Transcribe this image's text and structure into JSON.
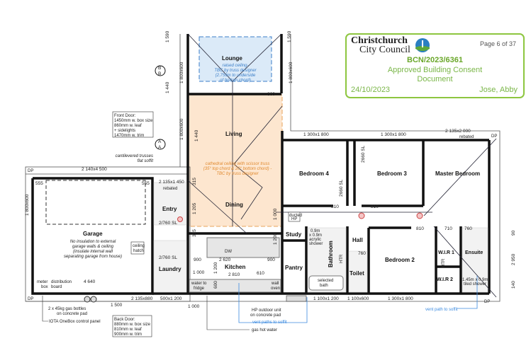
{
  "stamp": {
    "council_line1": "Christchurch",
    "council_line2": "City Council",
    "page": "Page 6 of 37",
    "consent_number": "BCN/2023/6361",
    "status": "Approved Building Consent Document",
    "date": "24/10/2023",
    "signatory": "Jose, Abby",
    "accent": "#8dc63f"
  },
  "rooms": {
    "lounge": "Lounge",
    "living": "Living",
    "dining": "Dining",
    "garage": "Garage",
    "entry": "Entry",
    "laundry": "Laundry",
    "kitchen": "Kitchen",
    "study": "Study",
    "pantry": "Pantry",
    "bathroom": "Bathroom",
    "hall": "Hall",
    "toilet": "Toilet",
    "bedroom4": "Bedroom 4",
    "bedroom3": "Bedroom 3",
    "master": "Master Bedroom",
    "bedroom2": "Bedroom 2",
    "wir1": "W.I.R 1",
    "wir2": "W.I.R 2",
    "ensuite": "Ensuite"
  },
  "notes": {
    "lounge_ceiling": [
      "raised ceiling-",
      "TBC by truss designer",
      "(2.756m to underside",
      "of bottom chord)"
    ],
    "cathedral": [
      "cathedral ceiling with scissor truss",
      "(35° top chord & 20° bottom chord) -",
      "TBC by truss designer"
    ],
    "front_door": [
      "Front Door:",
      "1450mm w. box size",
      "860mm w. leaf",
      "+ sidelights",
      "1470mm w. trim"
    ],
    "back_door": [
      "Back Door:",
      "880mm w. box size",
      "810mm w. leaf",
      "900mm w. trim"
    ],
    "cantilever": [
      "cantilevered trusses",
      "flat soffit"
    ],
    "garage_note": [
      "No insulation to external",
      "garage walls & ceiling",
      "(insulate internal wall",
      "separating garage from house)"
    ],
    "ceiling_hatch": [
      "ceiling",
      "hatch"
    ],
    "meter_box": [
      "meter",
      "box"
    ],
    "distribution_board": [
      "distribution",
      "board"
    ],
    "gas_bottles": [
      "2 x 45kg gas bottles",
      "on concrete pad"
    ],
    "iota": "IOTA OneBox control panel",
    "hp_outdoor": [
      "HP outdoor unit",
      "on concrete pad"
    ],
    "vent_paths": "vent paths to soffit",
    "vent_path": "vent path to soffit",
    "gas_hot_water": "gas hot water",
    "water_to_fridge": [
      "water to",
      "fridge"
    ],
    "wall_oven": [
      "wall",
      "oven"
    ],
    "selected_bath": [
      "selected",
      "bath"
    ],
    "acrylic_shower": [
      "0.9m",
      "x 0.9m",
      "acrylic",
      "shower"
    ],
    "tiled_shower": [
      "1.45m x 0.9m",
      "tiled shower"
    ],
    "ducted_hp": [
      "ducted",
      "HP"
    ],
    "dw": "DW",
    "htr": "HTR",
    "rebated": "rebated",
    "section_a": "A",
    "section_b": "B",
    "dp": "DP"
  },
  "dimensions": {
    "d1590": "1 590",
    "d1440": "1 440",
    "d1800x600": "1 800x600",
    "d860": "860",
    "d1300x1800": "1 300x1 800",
    "d2135x2000": "2 135x2 000",
    "d2140x4500": "2 140x4 500",
    "d555": "555",
    "d2135x1450": "2 135x1 450",
    "d315": "315",
    "d1205": "1 205",
    "d2760sl": "2/760 SL",
    "d900": "900",
    "d2620": "2 620",
    "d1000": "1 000",
    "d2810": "2 810",
    "d610": "610",
    "d600": "600",
    "d1200": "1 200",
    "d4640": "4 640",
    "d1500": "1 500",
    "d2135x880": "2 135x880",
    "d500x1200": "500x1 200",
    "d1100x1200": "1 100x1 200",
    "d1100x600": "1 100x600",
    "d1300x1800b": "1 300x1 800",
    "d810": "810",
    "d710": "710",
    "d760": "760",
    "d2660sl": "2660 SL",
    "d2950": "2 950",
    "d140": "140",
    "d90": "90"
  }
}
